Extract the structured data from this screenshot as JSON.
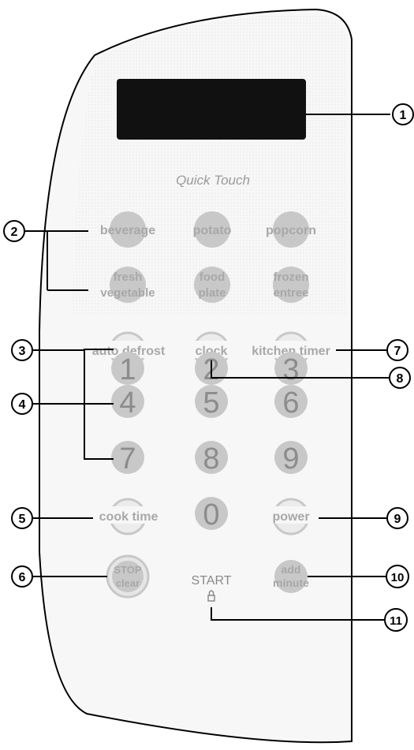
{
  "panel": {
    "brand": "Quick Touch",
    "sensor_buttons": [
      {
        "label": "beverage"
      },
      {
        "label": "potato"
      },
      {
        "label": "popcorn"
      },
      {
        "line1": "fresh",
        "line2": "vegetable"
      },
      {
        "line1": "food",
        "line2": "plate"
      },
      {
        "line1": "frozen",
        "line2": "entree"
      }
    ],
    "function_row": {
      "auto_defrost": "auto defrost",
      "clock": "clock",
      "kitchen_timer": "kitchen timer"
    },
    "digits": [
      "1",
      "2",
      "3",
      "4",
      "5",
      "6",
      "7",
      "8",
      "9",
      "0"
    ],
    "cook_time": "cook time",
    "power": "power",
    "stop_clear": {
      "line1": "STOP",
      "line2": "clear"
    },
    "start": "START",
    "add_minute": {
      "line1": "add",
      "line2": "minute"
    }
  },
  "callouts": [
    "1",
    "2",
    "3",
    "4",
    "5",
    "6",
    "7",
    "8",
    "9",
    "10",
    "11"
  ],
  "colors": {
    "panel_fill": "#f7f7f7",
    "button_fill": "#c8c8c8",
    "label_text": "#a8a8a8",
    "display": "#111111",
    "line": "#000000"
  }
}
